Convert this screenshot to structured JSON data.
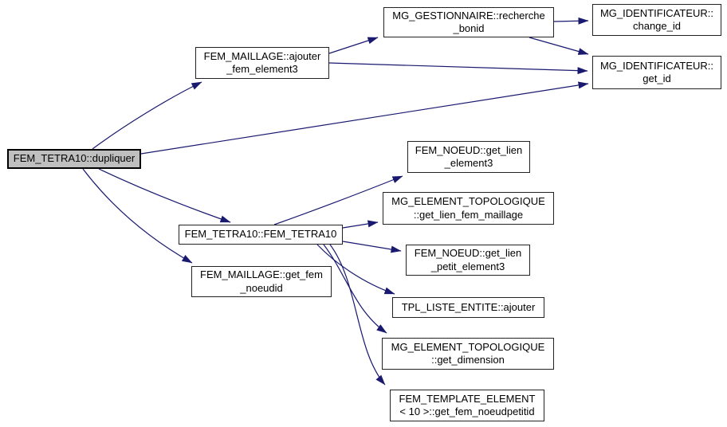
{
  "diagram": {
    "type": "doxygen-call-graph",
    "background": "#ffffff",
    "edge_color": "#191970",
    "node_fill": "#ffffff",
    "node_border": "#222222",
    "highlight_fill": "#bfbfbf",
    "text_color": "#000000"
  },
  "nodes": {
    "dupliquer": {
      "label": "FEM_TETRA10::dupliquer",
      "highlighted": true
    },
    "ajouter_fem_element3": {
      "label": "FEM_MAILLAGE::ajouter\n_fem_element3"
    },
    "recherche_bonid": {
      "label": "MG_GESTIONNAIRE::recherche\n_bonid"
    },
    "change_id": {
      "label": "MG_IDENTIFICATEUR::\nchange_id"
    },
    "get_id": {
      "label": "MG_IDENTIFICATEUR::\nget_id"
    },
    "get_lien_element3": {
      "label": "FEM_NOEUD::get_lien\n_element3"
    },
    "get_lien_fem_maillage": {
      "label": "MG_ELEMENT_TOPOLOGIQUE\n::get_lien_fem_maillage"
    },
    "get_lien_petit_element3": {
      "label": "FEM_NOEUD::get_lien\n_petit_element3"
    },
    "tpl_ajouter": {
      "label": "TPL_LISTE_ENTITE::ajouter"
    },
    "get_dimension": {
      "label": "MG_ELEMENT_TOPOLOGIQUE\n::get_dimension"
    },
    "fem_template": {
      "label": "FEM_TEMPLATE_ELEMENT\n< 10 >::get_fem_noeudpetitid"
    },
    "fem_tetra10": {
      "label": "FEM_TETRA10::FEM_TETRA10"
    },
    "get_fem_noeudid": {
      "label": "FEM_MAILLAGE::get_fem\n_noeudid"
    }
  },
  "edges": [
    {
      "from": "dupliquer",
      "to": "ajouter_fem_element3"
    },
    {
      "from": "dupliquer",
      "to": "get_id"
    },
    {
      "from": "dupliquer",
      "to": "fem_tetra10"
    },
    {
      "from": "dupliquer",
      "to": "get_fem_noeudid"
    },
    {
      "from": "ajouter_fem_element3",
      "to": "recherche_bonid"
    },
    {
      "from": "ajouter_fem_element3",
      "to": "get_id"
    },
    {
      "from": "recherche_bonid",
      "to": "change_id"
    },
    {
      "from": "recherche_bonid",
      "to": "get_id"
    },
    {
      "from": "fem_tetra10",
      "to": "get_lien_element3"
    },
    {
      "from": "fem_tetra10",
      "to": "get_lien_fem_maillage"
    },
    {
      "from": "fem_tetra10",
      "to": "get_lien_petit_element3"
    },
    {
      "from": "fem_tetra10",
      "to": "tpl_ajouter"
    },
    {
      "from": "fem_tetra10",
      "to": "get_dimension"
    },
    {
      "from": "fem_tetra10",
      "to": "fem_template"
    }
  ]
}
